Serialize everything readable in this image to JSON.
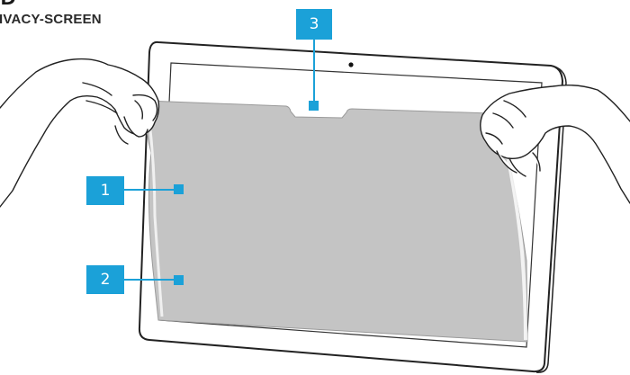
{
  "header": {
    "title_fragment": "ID",
    "caption": "IVACY-SCREEN"
  },
  "callouts": [
    {
      "label": "1"
    },
    {
      "label": "2"
    },
    {
      "label": "3"
    }
  ],
  "colors": {
    "callout": "#1ba1d8",
    "film": "#c4c4c4",
    "outline": "#222222"
  }
}
